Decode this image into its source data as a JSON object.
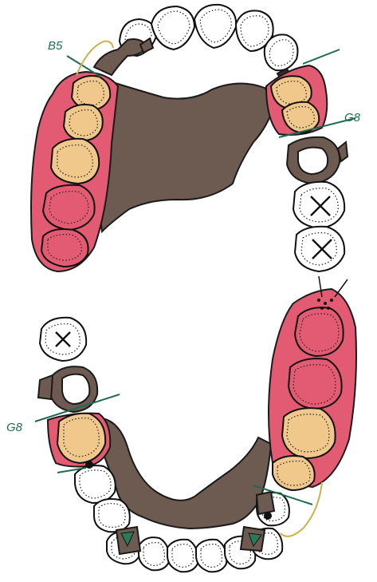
{
  "labels": {
    "upper_left": "B5",
    "upper_right": "G8",
    "lower_left": "G8"
  },
  "colors": {
    "acrylic_base": "#e35b72",
    "artificial_tooth": "#f1c88c",
    "metal_connector": "#6d5a50",
    "natural_tooth": "#ffffff",
    "clasp_line": "#1f6a52",
    "wire_clasp": "#c9b24a"
  },
  "icons": {
    "extracted_tooth_mark": "x-mark"
  }
}
